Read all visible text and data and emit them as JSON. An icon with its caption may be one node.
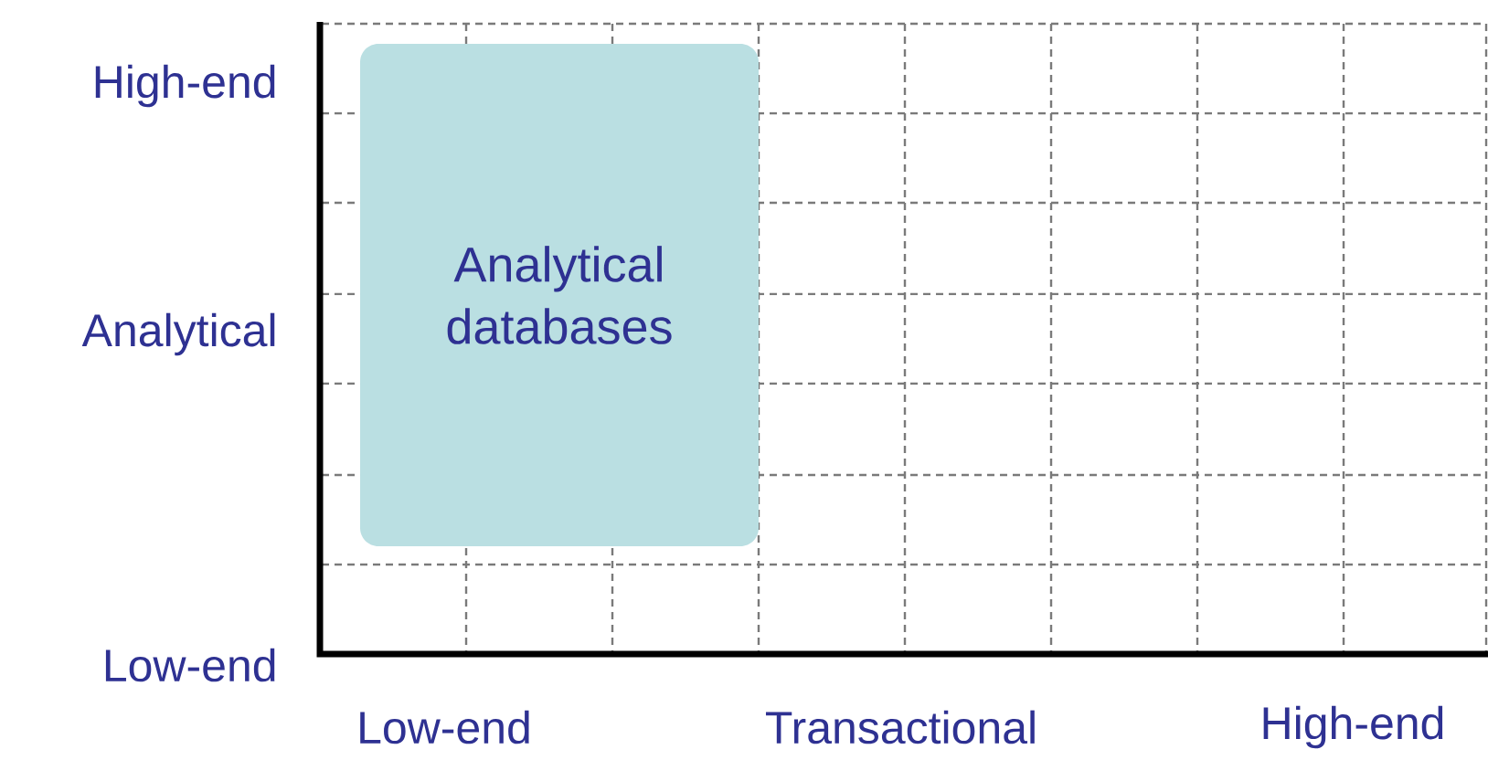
{
  "diagram": {
    "nodes": [
      {
        "text": [
          "Analytical databases"
        ]
      }
    ],
    "labels": [
      "High-end",
      "Analytical",
      "Low-end",
      "Low-end",
      "Transactional",
      "High-end"
    ]
  }
}
